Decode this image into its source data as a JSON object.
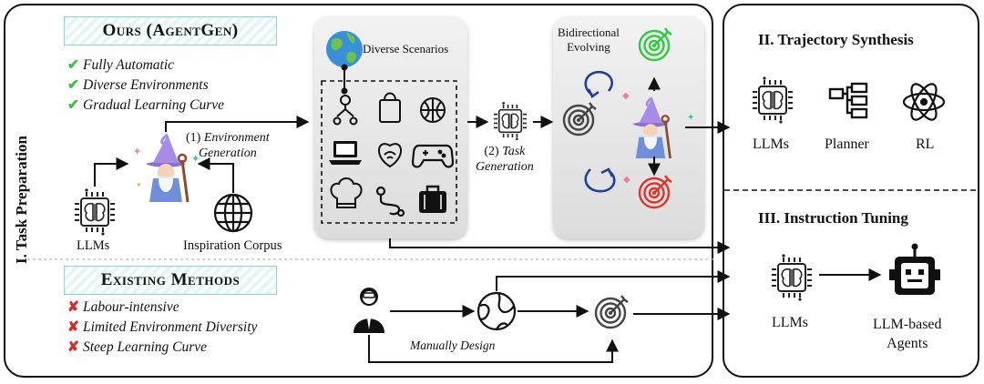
{
  "left_panel": {
    "side_label": "I. Task Preparation",
    "ours": {
      "title": "Ours (AgentGen)",
      "features": [
        "Fully Automatic",
        "Diverse Environments",
        "Gradual Learning Curve"
      ]
    },
    "env_gen_step": {
      "number": "(1)",
      "text_line1": "Environment",
      "text_line2": "Generation"
    },
    "llms_label": "LLMs",
    "corpus_label": "Inspiration Corpus",
    "scenarios_label": "Diverse Scenarios",
    "task_gen_step": {
      "number": "(2)",
      "text_line1": "Task",
      "text_line2": "Generation"
    },
    "evolving_label_line1": "Bidirectional",
    "evolving_label_line2": "Evolving",
    "existing": {
      "title": "Existing Methods",
      "features": [
        "Labour-intensive",
        "Limited Environment Diversity",
        "Steep Learning Curve"
      ]
    },
    "manual_label": "Manually Design"
  },
  "right_panel": {
    "trajectory": {
      "title": "II. Trajectory Synthesis",
      "items": [
        "LLMs",
        "Planner",
        "RL"
      ]
    },
    "tuning": {
      "title": "III. Instruction Tuning",
      "llms_label": "LLMs",
      "agents_label_line1": "LLM-based",
      "agents_label_line2": "Agents"
    }
  },
  "colors": {
    "check": "#3fbf3f",
    "cross": "#d62b2b",
    "header_border": "#8fd3d3",
    "target_green": "#2ecc40",
    "target_red": "#e0342b",
    "target_gray": "#444444",
    "loop_blue": "#1f3f9e"
  }
}
